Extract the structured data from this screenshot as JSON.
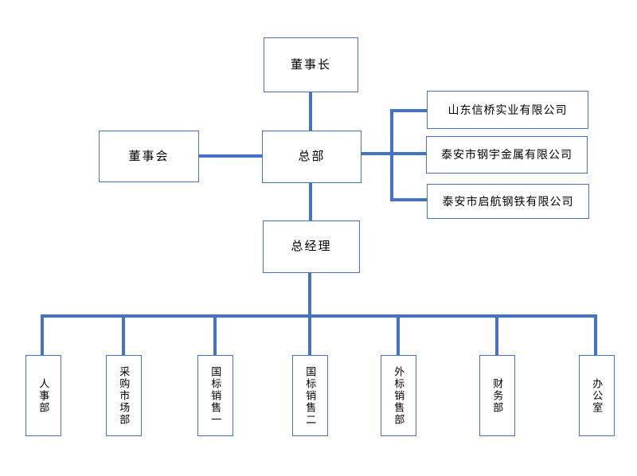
{
  "canvas": {
    "background": "#ffffff"
  },
  "colors": {
    "box_border": "#4472c4",
    "connector": "#4472c4",
    "box_fill": "#ffffff",
    "text": "#000000"
  },
  "org_chart": {
    "type": "organization-diagram",
    "chairman": {
      "label": "董事长"
    },
    "board": {
      "label": "董事会"
    },
    "headquarters": {
      "label": "总部"
    },
    "general_manager": {
      "label": "总经理"
    },
    "subsidiaries": [
      {
        "label": "山东信桥实业有限公司"
      },
      {
        "label": "泰安市钢宇金属有限公司"
      },
      {
        "label": "泰安市启航钢铁有限公司"
      }
    ],
    "departments": [
      {
        "label": "人事部"
      },
      {
        "label": "采购市场部"
      },
      {
        "label": "国标销售一"
      },
      {
        "label": "国标销售二"
      },
      {
        "label": "外标销售部"
      },
      {
        "label": "财务部"
      },
      {
        "label": "办公室"
      }
    ],
    "edges": [
      "chairman->headquarters",
      "board->headquarters",
      "headquarters->subsidiaries",
      "headquarters->general_manager",
      "general_manager->departments"
    ]
  }
}
